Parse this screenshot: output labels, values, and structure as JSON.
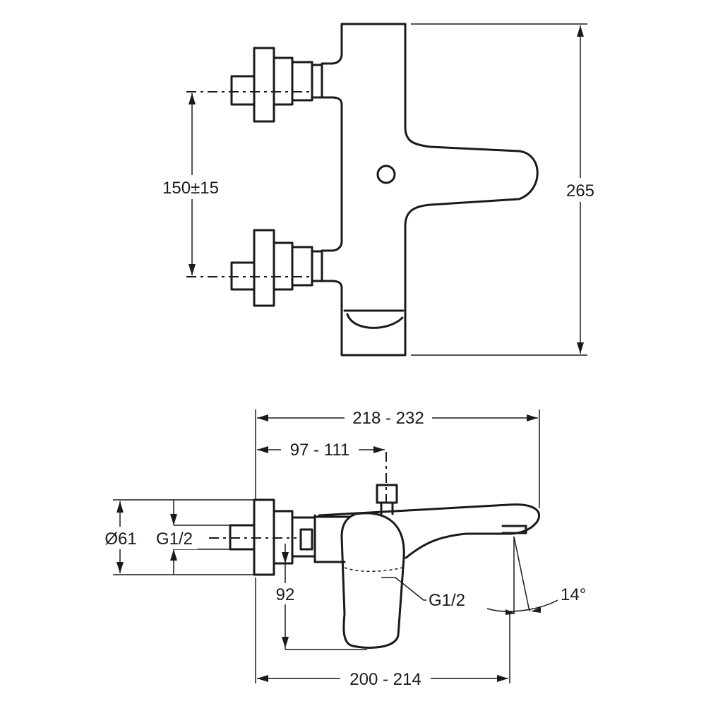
{
  "top_view": {
    "dim_height": "265",
    "dim_spacing": "150±15"
  },
  "side_view": {
    "dim_total_length": "218 - 232",
    "dim_outlet_offset": "97 - 111",
    "dim_body_length": "200 - 214",
    "dim_rosette_diameter": "Ø61",
    "dim_inlet_thread": "G1/2",
    "dim_outlet_thread": "G1/2",
    "dim_depth": "92",
    "dim_angle": "14°"
  }
}
